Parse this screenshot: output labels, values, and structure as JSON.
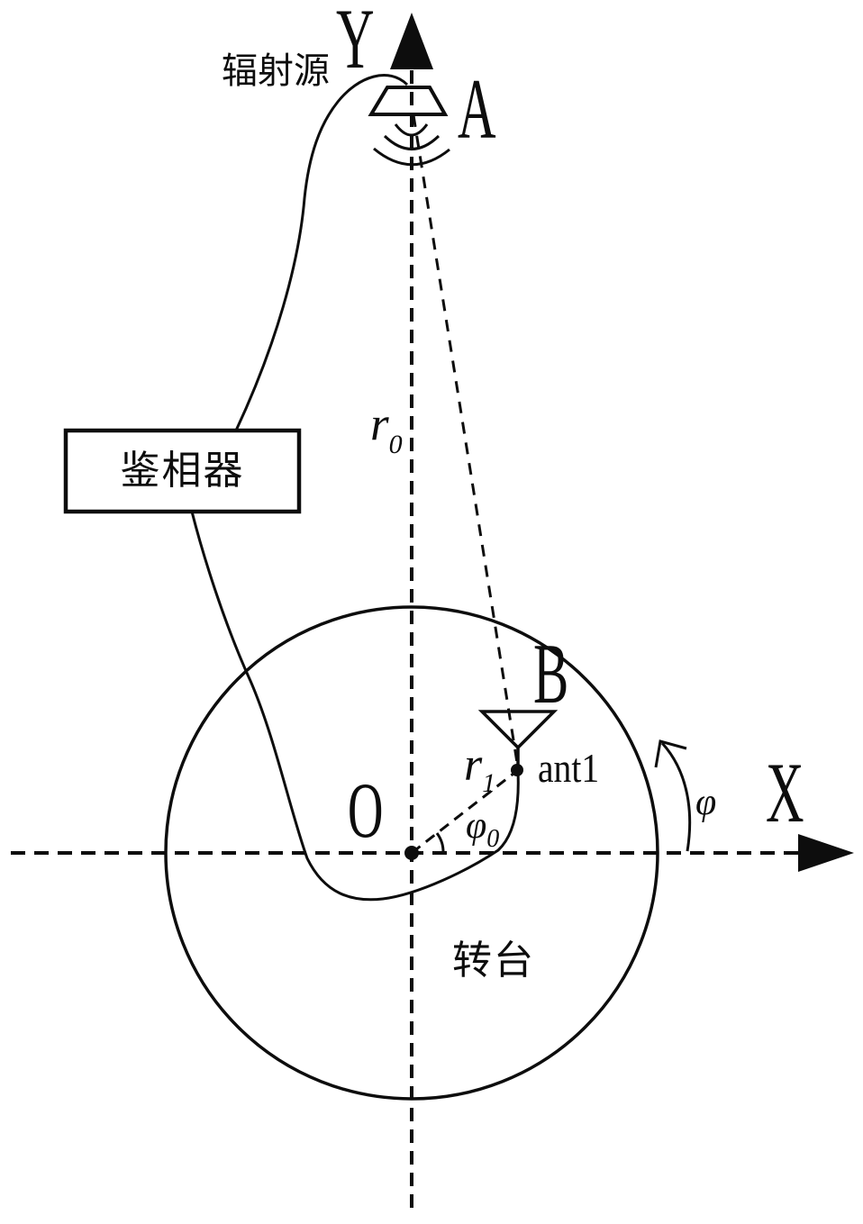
{
  "colors": {
    "ink": "#0d0d0d",
    "background": "#ffffff"
  },
  "diagram": {
    "axes": {
      "y_label": "Y",
      "x_label": "X"
    },
    "radiation_source": {
      "label": "辐射源",
      "point": "A"
    },
    "phase_detector": {
      "label": "鉴相器"
    },
    "turntable": {
      "label": "转台",
      "origin": "O"
    },
    "antenna_b": {
      "point": "B",
      "name": "ant1"
    },
    "distances": {
      "r0": {
        "base": "r",
        "sub": "0"
      },
      "r1": {
        "base": "r",
        "sub": "1"
      }
    },
    "angles": {
      "phi0": {
        "base": "φ",
        "sub": "0"
      },
      "phi": "φ"
    }
  }
}
